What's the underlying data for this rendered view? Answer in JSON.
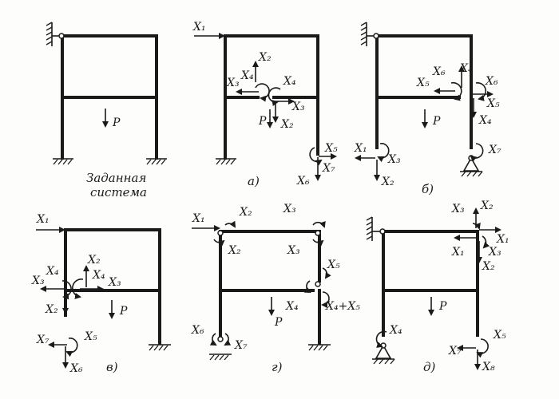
{
  "caption_given": "Заданная",
  "caption_system": "система",
  "panel_labels": [
    "а)",
    "б)",
    "в)",
    "г)",
    "д)"
  ],
  "P": "P",
  "X1": "X₁",
  "X2": "X₂",
  "X3": "X₃",
  "X4": "X₄",
  "X5": "X₅",
  "X6": "X₆",
  "X7": "X₇",
  "X8": "X₈",
  "X4X5": "X₄+X₅"
}
